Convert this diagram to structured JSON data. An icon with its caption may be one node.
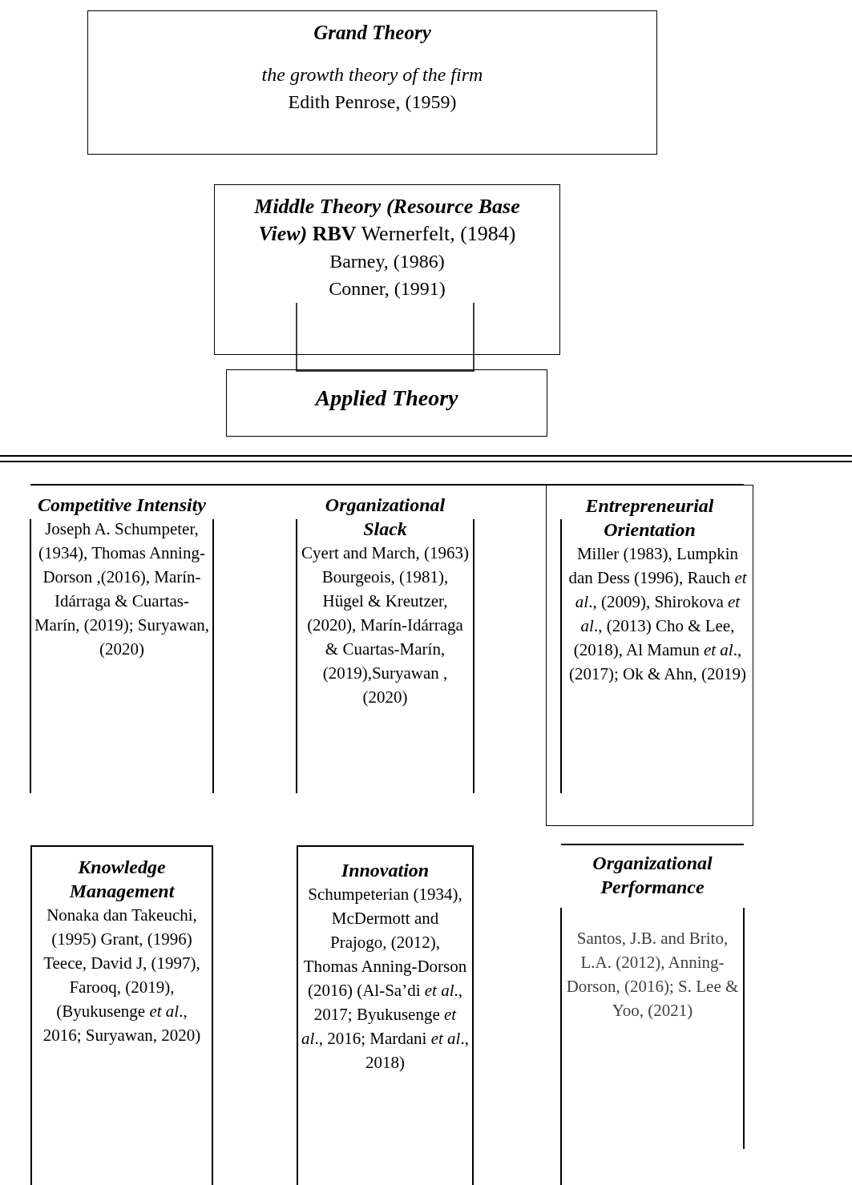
{
  "diagram": {
    "nodes": [
      {
        "text": [
          "Grand Theory",
          "*the growth theory of the firm*",
          "Edith Penrose, (1959)"
        ]
      },
      {
        "text": [
          "*Middle Theory (Resource Base View)* **RBV** Wernerfelt, (1984)",
          "Barney, (1986)",
          "Conner, (1991)"
        ]
      },
      {
        "text": [
          "Applied Theory"
        ]
      },
      {
        "text": [
          "Competitive Intensity",
          "Joseph A. Schumpeter, (1934), Thomas Anning-Dorson ,(2016), Marín-Idárraga & Cuartas-Marín, (2019); Suryawan, (2020)"
        ]
      },
      {
        "text": [
          "Organizational Slack",
          "Cyert and March, (1963) Bourgeois, (1981), Hügel & Kreutzer, (2020), Marín-Idárraga & Cuartas-Marín, (2019),Suryawan , (2020)"
        ]
      },
      {
        "text": [
          "Entrepreneurial Orientation",
          "Miller (1983), Lumpkin dan Dess (1996), Rauch *et al*., (2009), Shirokova *et al*., (2013) Cho & Lee, (2018), Al Mamun *et al*., (2017); Ok & Ahn, (2019)"
        ]
      },
      {
        "text": [
          "Knowledge Management",
          "Nonaka dan Takeuchi, (1995) Grant, (1996) Teece, David J, (1997), Farooq, (2019), (Byukusenge *et al*., 2016; Suryawan, 2020)"
        ]
      },
      {
        "text": [
          "Innovation",
          "Schumpeterian (1934), McDermott and Prajogo, (2012), Thomas Anning-Dorson (2016) (Al-Sa’di *et al*., 2017; Byukusenge *et al*., 2016; Mardani *et al*., 2018)"
        ]
      },
      {
        "text": [
          "Organizational Performance",
          "Santos, J.B. and Brito, L.A. (2012), Anning-Dorson, (2016); S. Lee & Yoo, (2021)"
        ]
      }
    ]
  }
}
